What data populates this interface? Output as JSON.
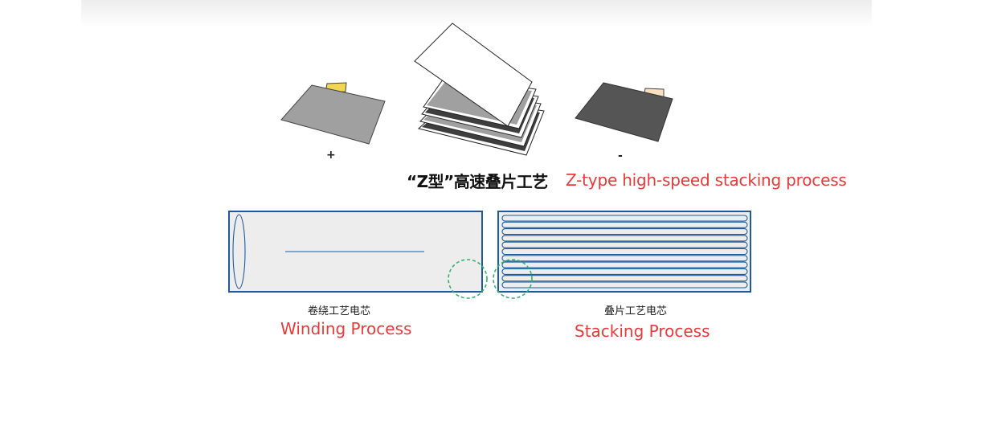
{
  "stack": {
    "positive_label": "+",
    "negative_label": "-",
    "title_cn": "“Z型”高速叠片工艺",
    "title_en": "Z-type high-speed stacking process"
  },
  "winding": {
    "label_cn": "卷绕工艺电芯",
    "label_en": "Winding Process"
  },
  "stacking": {
    "label_cn": "叠片工艺电芯",
    "label_en": "Stacking Process"
  },
  "colors": {
    "cell_border": "#1f5b9a",
    "cell_fill": "#ededed",
    "highlight_dash": "#2fb36a",
    "positive_sheet": "#a0a0a0",
    "negative_sheet": "#555555",
    "positive_tab": "#f2d552",
    "negative_tab": "#f7dfc0",
    "english_text": "#e83a3a"
  }
}
